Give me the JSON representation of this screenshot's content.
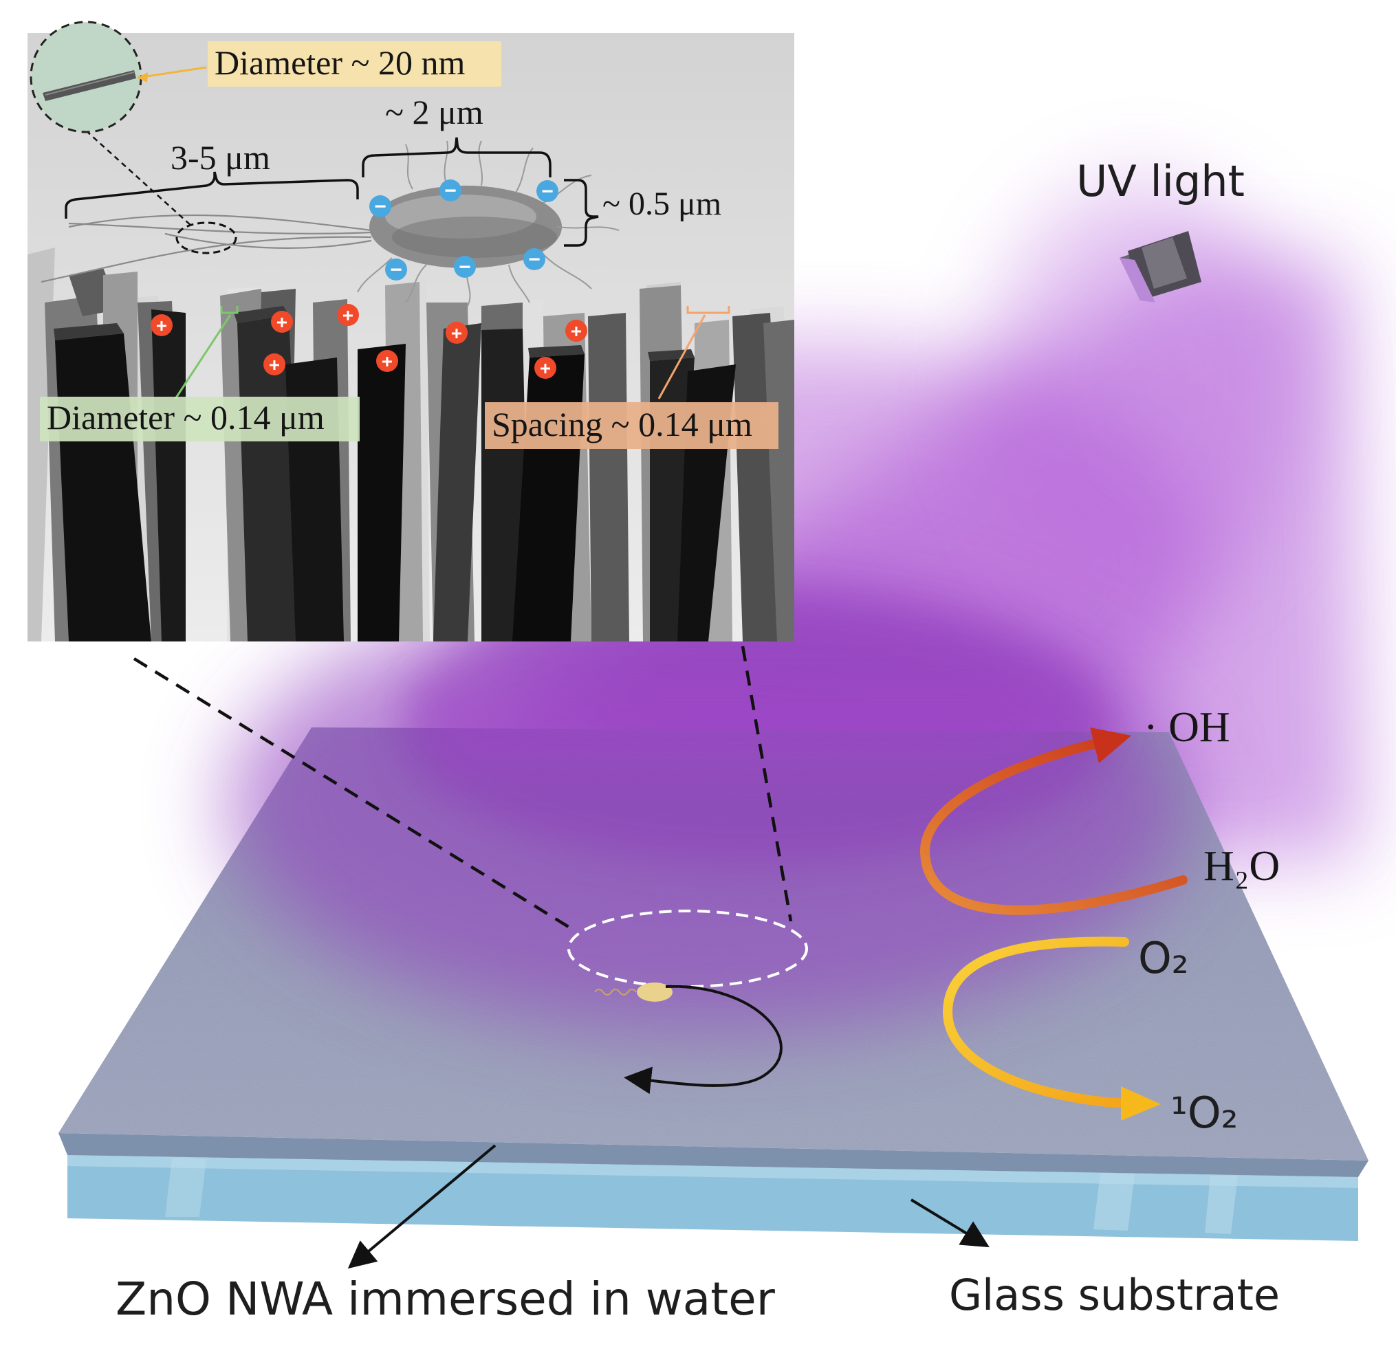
{
  "inset": {
    "fiber_diameter_label": "Diameter ~ 20 nm",
    "bacterium_length_label": "~ 2 μm",
    "bacterium_width_label": "~ 0.5 μm",
    "flagella_length_label": "3-5 μm",
    "nanowire_diameter_label": "Diameter ~ 0.14 μm",
    "nanowire_spacing_label": "Spacing ~ 0.14 μm",
    "positive_charge_symbol": "+",
    "negative_charge_symbol": "−"
  },
  "scene": {
    "uv_light_label": "UV light",
    "reactions": {
      "hydroxyl_radical": "· OH",
      "water": "H₂O",
      "oxygen": "O₂",
      "singlet_oxygen": "¹O₂"
    },
    "zno_label": "ZnO NWA immersed in water",
    "glass_label": "Glass substrate"
  },
  "colors": {
    "uv_purple": "#9b3fc8",
    "negative_charge": "#4aa8e0",
    "positive_charge": "#f04a2a",
    "label_fiber_bg": "#f6e2ad",
    "label_diameter_bg": "#cfe4bf",
    "label_spacing_bg": "#e8b08a",
    "arrow_oh": "#d2441b",
    "arrow_o2": "#f7c21c"
  }
}
